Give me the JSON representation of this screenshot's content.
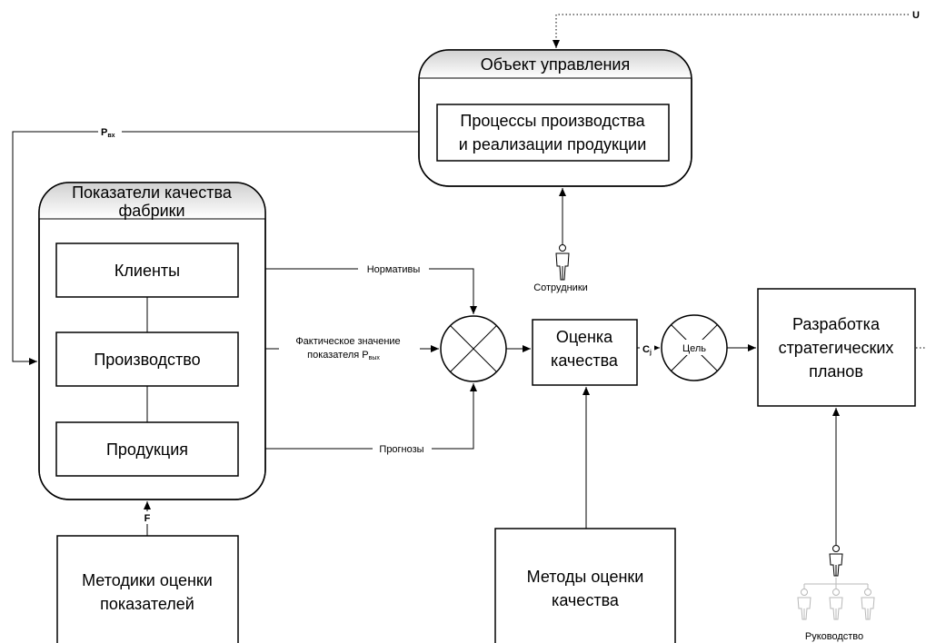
{
  "object_block": {
    "title": "Объект управления",
    "process_line1": "Процессы производства",
    "process_line2": "и реализации продукции"
  },
  "quality_block": {
    "title_line1": "Показатели качества",
    "title_line2": "фабрики",
    "items": [
      "Клиенты",
      "Производство",
      "Продукция"
    ]
  },
  "methods_indicators": {
    "line1": "Методики оценки",
    "line2": "показателей"
  },
  "methods_quality": {
    "line1": "Методы оценки",
    "line2": "качества"
  },
  "assessment": {
    "line1": "Оценка",
    "line2": "качества"
  },
  "strategy": {
    "line1": "Разработка",
    "line2": "стратегических",
    "line3": "планов"
  },
  "goal_label": "Цель",
  "labels": {
    "u": "U",
    "p_in": "P",
    "p_in_sub": "вх",
    "f": "F",
    "c": "C",
    "c_sub": "j",
    "norms": "Нормативы",
    "actual_line1": "Фактическое значение",
    "actual_line2": "показателя P",
    "actual_sub": "вых",
    "forecasts": "Прогнозы",
    "employees": "Сотрудники",
    "management": "Руководство"
  }
}
